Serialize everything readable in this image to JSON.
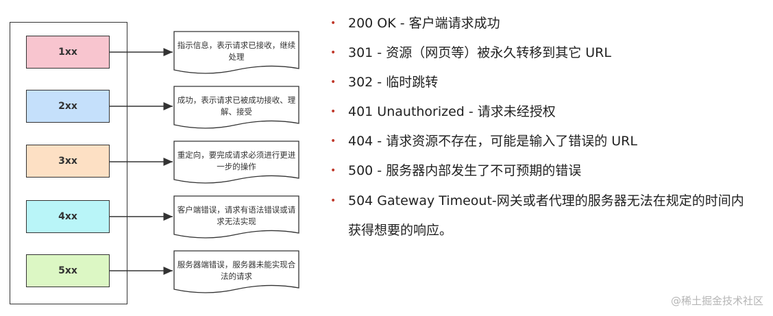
{
  "diagram": {
    "codes": [
      {
        "label": "1xx",
        "color": "#f8c5cf",
        "note": "指示信息，表示请求已接收，继续处理"
      },
      {
        "label": "2xx",
        "color": "#c5e0fb",
        "note": "成功，表示请求已被成功接收、理解、接受"
      },
      {
        "label": "3xx",
        "color": "#fde0c4",
        "note": "重定向，要完成请求必须进行更进一步的操作"
      },
      {
        "label": "4xx",
        "color": "#b9f5f8",
        "note": "客户端错误，请求有语法错误或请求无法实现"
      },
      {
        "label": "5xx",
        "color": "#dcf7c4",
        "note": "服务器端错误，服务器未能实现合法的请求"
      }
    ]
  },
  "status_list": [
    "200 OK - 客户端请求成功",
    "301 - 资源（网页等）被永久转移到其它 URL",
    "302 - 临时跳转",
    "401 Unauthorized - 请求未经授权",
    "404 - 请求资源不存在，可能是输入了错误的 URL",
    "500 - 服务器内部发生了不可预期的错误",
    "504 Gateway Timeout-网关或者代理的服务器无法在规定的时间内获得想要的响应。"
  ],
  "bullet_glyph": "•",
  "watermark": "@稀土掘金技术社区"
}
